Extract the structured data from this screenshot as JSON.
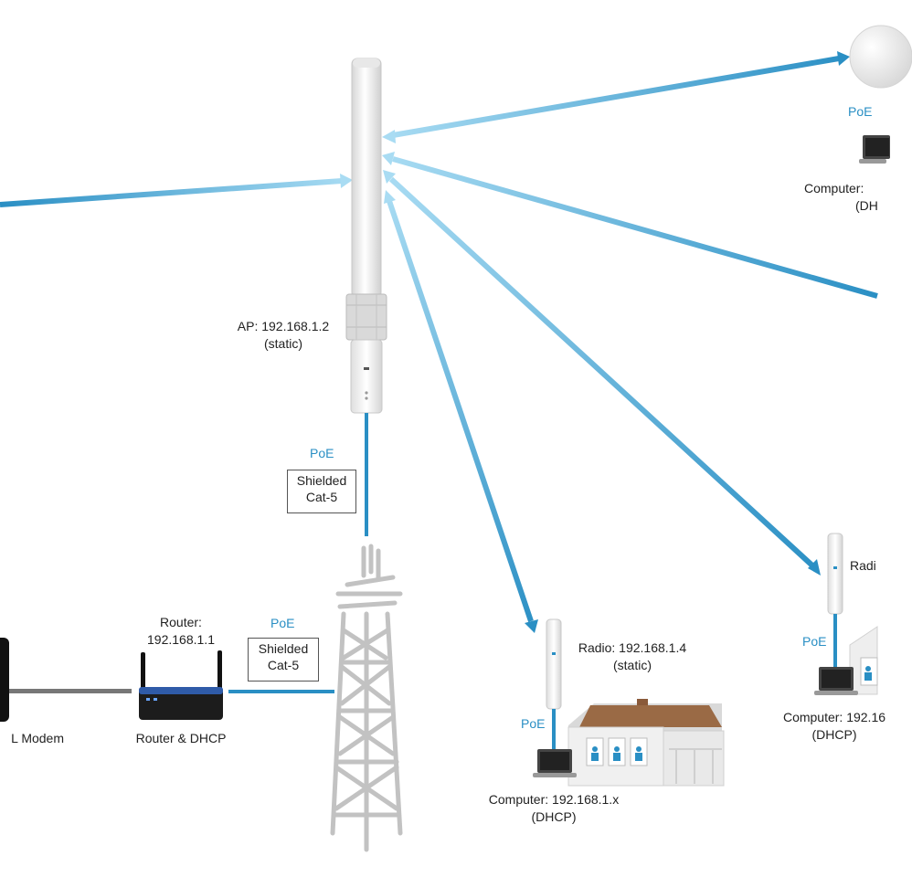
{
  "ap": {
    "line1": "AP: 192.168.1.2",
    "line2": "(static)"
  },
  "tower_cable": {
    "poe": "PoE",
    "line1": "Shielded",
    "line2": "Cat-5"
  },
  "router_top": {
    "line1": "Router:",
    "line2": "192.168.1.1"
  },
  "router_cable": {
    "poe": "PoE",
    "line1": "Shielded",
    "line2": "Cat-5"
  },
  "modem": {
    "label": "L Modem"
  },
  "router": {
    "label": "Router & DHCP"
  },
  "station_center": {
    "radio_line1": "Radio: 192.168.1.4",
    "radio_line2": "(static)",
    "poe": "PoE",
    "computer_line1": "Computer: 192.168.1.x",
    "computer_line2": "(DHCP)"
  },
  "station_right": {
    "radio_label": "Radi",
    "poe": "PoE",
    "computer_line1": "Computer: 192.16",
    "computer_line2": "(DHCP)"
  },
  "station_top_right": {
    "poe": "PoE",
    "computer_line1": "Computer:",
    "computer_line2": "(DH"
  },
  "colors": {
    "link_blue": "#2a8fc4",
    "link_light": "#a9dcf3",
    "poe_text": "#2a8fc4"
  }
}
